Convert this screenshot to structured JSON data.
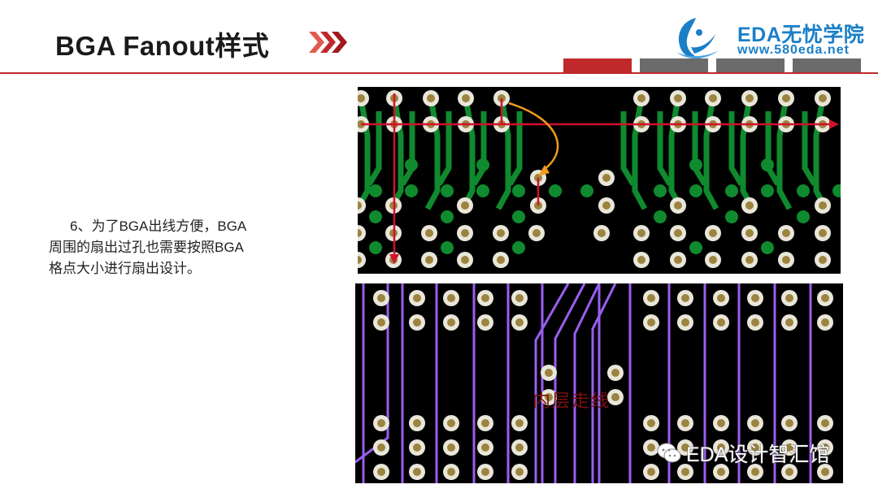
{
  "header": {
    "title": "BGA Fanout样式",
    "brand_color": "#c0292b",
    "tab_colors": [
      "#c0292b",
      "#6b6b6b",
      "#6b6b6b",
      "#6b6b6b"
    ]
  },
  "logo": {
    "name": "EDA无忧学院",
    "url": "www.580eda.net",
    "color": "#1a7fc7",
    "icon": "bird-swoosh-icon"
  },
  "content": {
    "paragraph_lines": [
      "6、为了BGA出线方便，BGA",
      "周围的扇出过孔也需要按照BGA",
      "格点大小进行扇出设计。"
    ]
  },
  "images": {
    "top": {
      "description_icon": "pcb-fanout-top-layer",
      "trace_color": "#0f8a2e",
      "arrow_color": "#d0112b",
      "curve_color": "#f09a1f"
    },
    "bottom": {
      "label": "内层走线",
      "label_color": "#7a1010",
      "trace_color": "#9a5ef0"
    }
  },
  "watermark": {
    "text": "EDA设计智汇馆",
    "icon": "wechat-icon"
  }
}
